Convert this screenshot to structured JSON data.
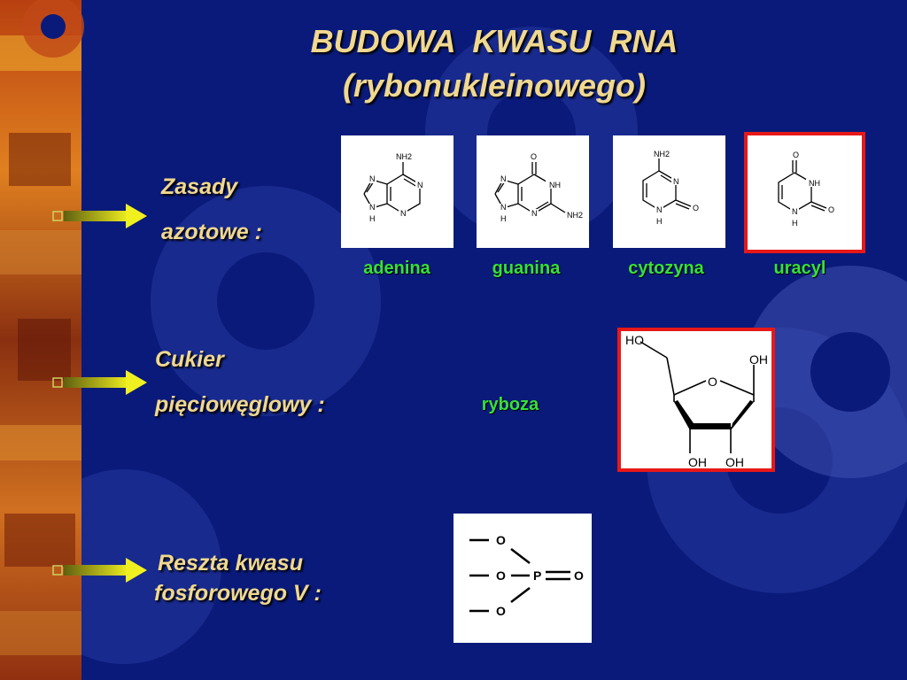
{
  "title": {
    "line1": "BUDOWA   KWASU  RNA",
    "line2": "(rybonukleinowego)"
  },
  "bases": {
    "label_line1": "Zasady",
    "label_line2": "azotowe :",
    "items": [
      {
        "name": "adenina"
      },
      {
        "name": "guanina"
      },
      {
        "name": "cytozyna"
      },
      {
        "name": "uracyl",
        "highlighted": true
      }
    ],
    "atoms": {
      "nh2": "NH2",
      "n": "N",
      "h": "H",
      "o": "O",
      "nh": "NH"
    }
  },
  "sugar": {
    "label_line1": "Cukier",
    "label_line2": "pięciowęglowy :",
    "name": "ryboza",
    "atoms": {
      "ho": "HO",
      "oh1": "OH",
      "o": "O",
      "oh2": "OH",
      "oh3": "OH"
    }
  },
  "phosphate": {
    "label_line1": "Reszta kwasu",
    "label_line2": "fosforowego V :",
    "atoms": {
      "o1": "O",
      "o2": "O",
      "o3": "O",
      "p": "P",
      "o4": "O"
    }
  },
  "colors": {
    "background": "#0a1a7a",
    "title": "#f0d890",
    "name_text": "#38e038",
    "highlight_border": "#e81818",
    "arrow": "#f0f020"
  }
}
